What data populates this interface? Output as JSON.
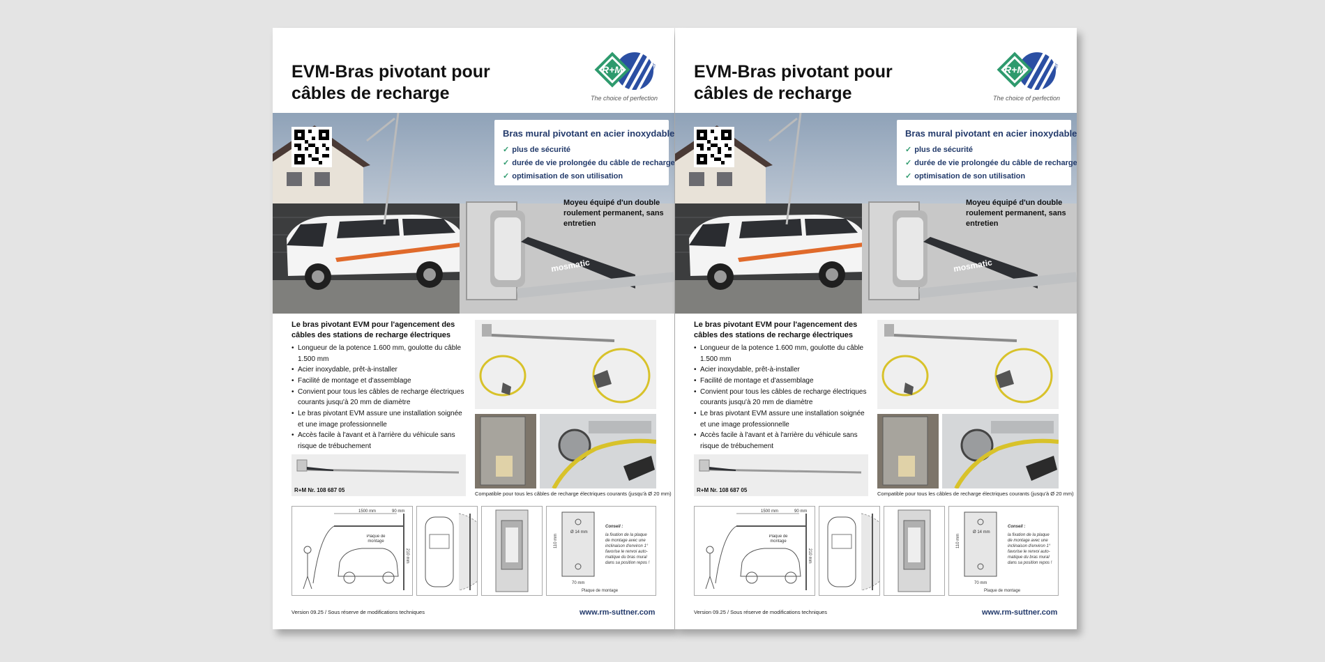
{
  "sheets": [
    {
      "title_line1": "EVM-Bras pivotant pour",
      "title_line2": "câbles de recharge",
      "logo_text": "R+M",
      "logo_brand": "Suttner",
      "tagline": "The choice of perfection",
      "feature_title": "Bras mural pivotant en acier inoxydable",
      "features": [
        "plus de sécurité",
        "durée de vie prolongée du câble de recharge",
        "optimisation de son utilisation"
      ],
      "check_glyph": "✓",
      "hub_caption": "Moyeu équipé d'un double roulement permanent, sans entretien",
      "arm_brand": "mosmatic",
      "intro": "Le bras pivotant EVM pour l'agencement des câbles des stations de recharge électriques",
      "bullets": [
        "Longueur de la potence 1.600 mm, goulotte du câble 1.500 mm",
        "Acier inoxydable, prêt-à-installer",
        "Facilité de montage et d'assemblage",
        "Convient pour tous les câbles de recharge électriques courants jusqu'à 20 mm de diamètre",
        "Le bras pivotant EVM assure une installation soignée et une image professionnelle",
        "Accès facile à l'avant et à l'arrière du véhicule sans risque de trébuchement"
      ],
      "article_no": "R+M Nr. 108 687 05",
      "compat": "Compatible pour tous les câbles de recharge électriques courants (jusqu'à Ø 20 mm)",
      "dim_1500": "1500 mm",
      "dim_90": "90 mm",
      "dim_210": "210 mm",
      "plaque_label": "Plaque de montage",
      "dim_d14": "Ø 14 mm",
      "dim_110": "110 mm",
      "dim_70": "70 mm",
      "plaque_caption": "Plaque de montage",
      "conseil_title": "Conseil :",
      "conseil_text": [
        "la fixation de la plaque",
        "de montage avec une",
        "inclinaison d'environ 1°",
        "favorise le renvoi auto-",
        "matique du bras mural",
        "dans sa position repos !"
      ],
      "version": "Version 09.25 / Sous réserve de modifications techniques",
      "url": "www.rm-suttner.com"
    },
    {
      "title_line1": "EVM-Bras pivotant pour",
      "title_line2": "câbles de recharge",
      "logo_text": "R+M",
      "logo_brand": "Suttner",
      "tagline": "The choice of perfection",
      "feature_title": "Bras mural pivotant en acier inoxydable",
      "features": [
        "plus de sécurité",
        "durée de vie prolongée du câble de recharge",
        "optimisation de son utilisation"
      ],
      "check_glyph": "✓",
      "hub_caption": "Moyeu équipé d'un double roulement permanent, sans entretien",
      "arm_brand": "mosmatic",
      "intro": "Le bras pivotant EVM pour l'agencement des câbles des stations de recharge électriques",
      "bullets": [
        "Longueur de la potence 1.600 mm, goulotte du câble 1.500 mm",
        "Acier inoxydable, prêt-à-installer",
        "Facilité de montage et d'assemblage",
        "Convient pour tous les câbles de recharge électriques courants jusqu'à 20 mm de diamètre",
        "Le bras pivotant EVM assure une installation soignée et une image professionnelle",
        "Accès facile à l'avant et à l'arrière du véhicule sans risque de trébuchement"
      ],
      "article_no": "R+M Nr. 108 687 05",
      "compat": "Compatible pour tous les câbles de recharge électriques courants (jusqu'à Ø 20 mm)",
      "dim_1500": "1500 mm",
      "dim_90": "90 mm",
      "dim_210": "210 mm",
      "plaque_label": "Plaque de montage",
      "dim_d14": "Ø 14 mm",
      "dim_110": "110 mm",
      "dim_70": "70 mm",
      "plaque_caption": "Plaque de montage",
      "conseil_title": "Conseil :",
      "conseil_text": [
        "la fixation de la plaque",
        "de montage avec une",
        "inclinaison d'environ 1°",
        "favorise le renvoi auto-",
        "matique du bras mural",
        "dans sa position repos !"
      ],
      "version": "Version 09.25 / Sous réserve de modifications techniques",
      "url": "www.rm-suttner.com"
    }
  ],
  "colors": {
    "background": "#e4e4e4",
    "brand_navy": "#233a6b",
    "brand_green": "#2e9a6d",
    "logo_blue": "#2b4fa3",
    "van_stripe": "#e06a2b",
    "cable_yellow": "#d8c22a"
  }
}
